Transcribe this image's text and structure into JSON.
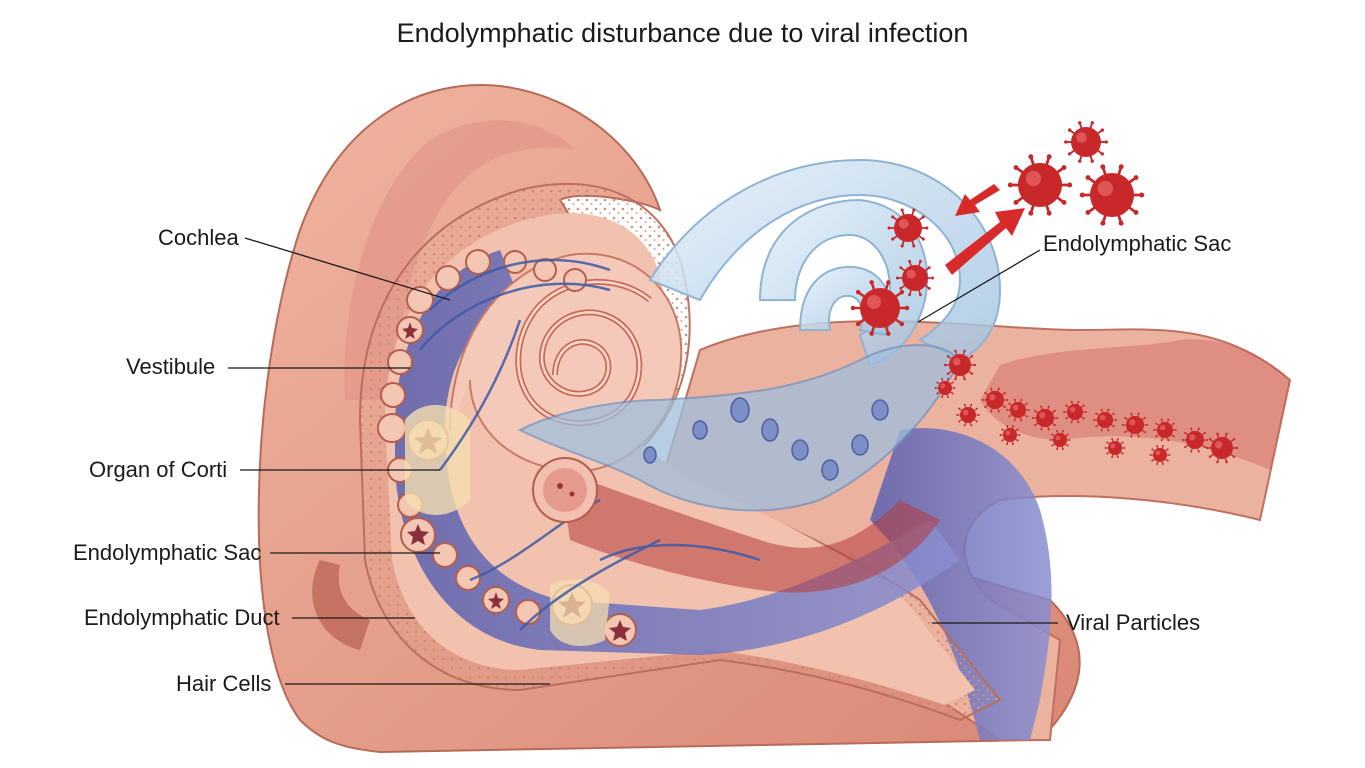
{
  "title": "Endolymphatic disturbance due to viral infection",
  "labels": {
    "cochlea": "Cochlea",
    "vestibule": "Vestibule",
    "organ_of_corti": "Organ of Corti",
    "endolymphatic_sac_left": "Endolymphatic Sac",
    "endolymphatic_duct": "Endolymphatic Duct",
    "hair_cells": "Hair Cells",
    "endolymphatic_sac_right": "Endolymphatic Sac",
    "viral_particles": "Viral Particles"
  },
  "colors": {
    "skin": "#e9a591",
    "skin_dark": "#c9705e",
    "tissue": "#f3c6b0",
    "bone_dots": "#d08f78",
    "duct_blue": "#6f6fb8",
    "membrane": "#bcd6ea",
    "virus": "#c8282a",
    "arrow": "#d82a2a"
  }
}
